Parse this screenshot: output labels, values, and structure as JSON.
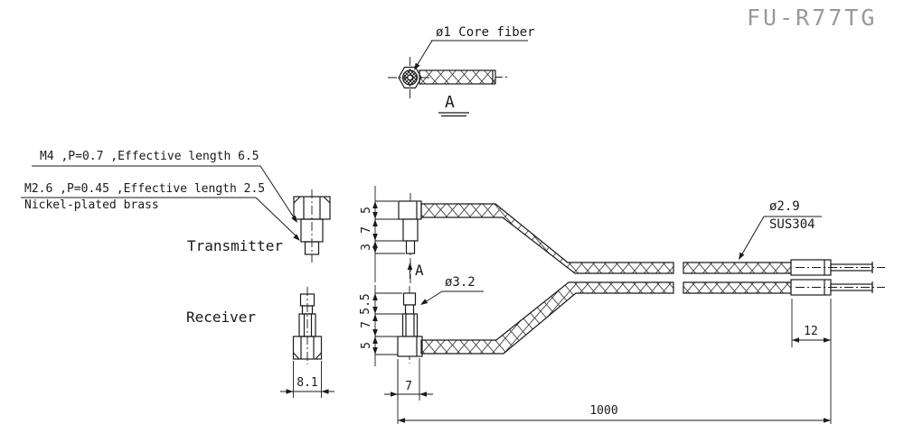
{
  "title": "FU-R77TG",
  "detail_view": {
    "callout": "ø1 Core fiber",
    "label": "A"
  },
  "labels": {
    "thread_spec_m4": "M4 ,P=0.7 ,Effective length 6.5",
    "thread_spec_m26": "M2.6 ,P=0.45 ,Effective length 2.5",
    "material": "Nickel-plated brass",
    "transmitter": "Transmitter",
    "receiver": "Receiver",
    "cable_diameter": "ø2.9",
    "cable_material": "SUS304",
    "tip_diameter": "ø3.2",
    "view_arrow": "A"
  },
  "dimensions": {
    "transmitter_stack": [
      "5",
      "7",
      "3"
    ],
    "receiver_stack": [
      "5.5",
      "7",
      "5"
    ],
    "hex_width_front": "8.1",
    "hex_width_side": "7",
    "sleeve_length": "12",
    "overall_length": "1000"
  },
  "colors": {
    "line": "#1a1a1a",
    "title_gray": "#999999",
    "background": "#ffffff"
  }
}
